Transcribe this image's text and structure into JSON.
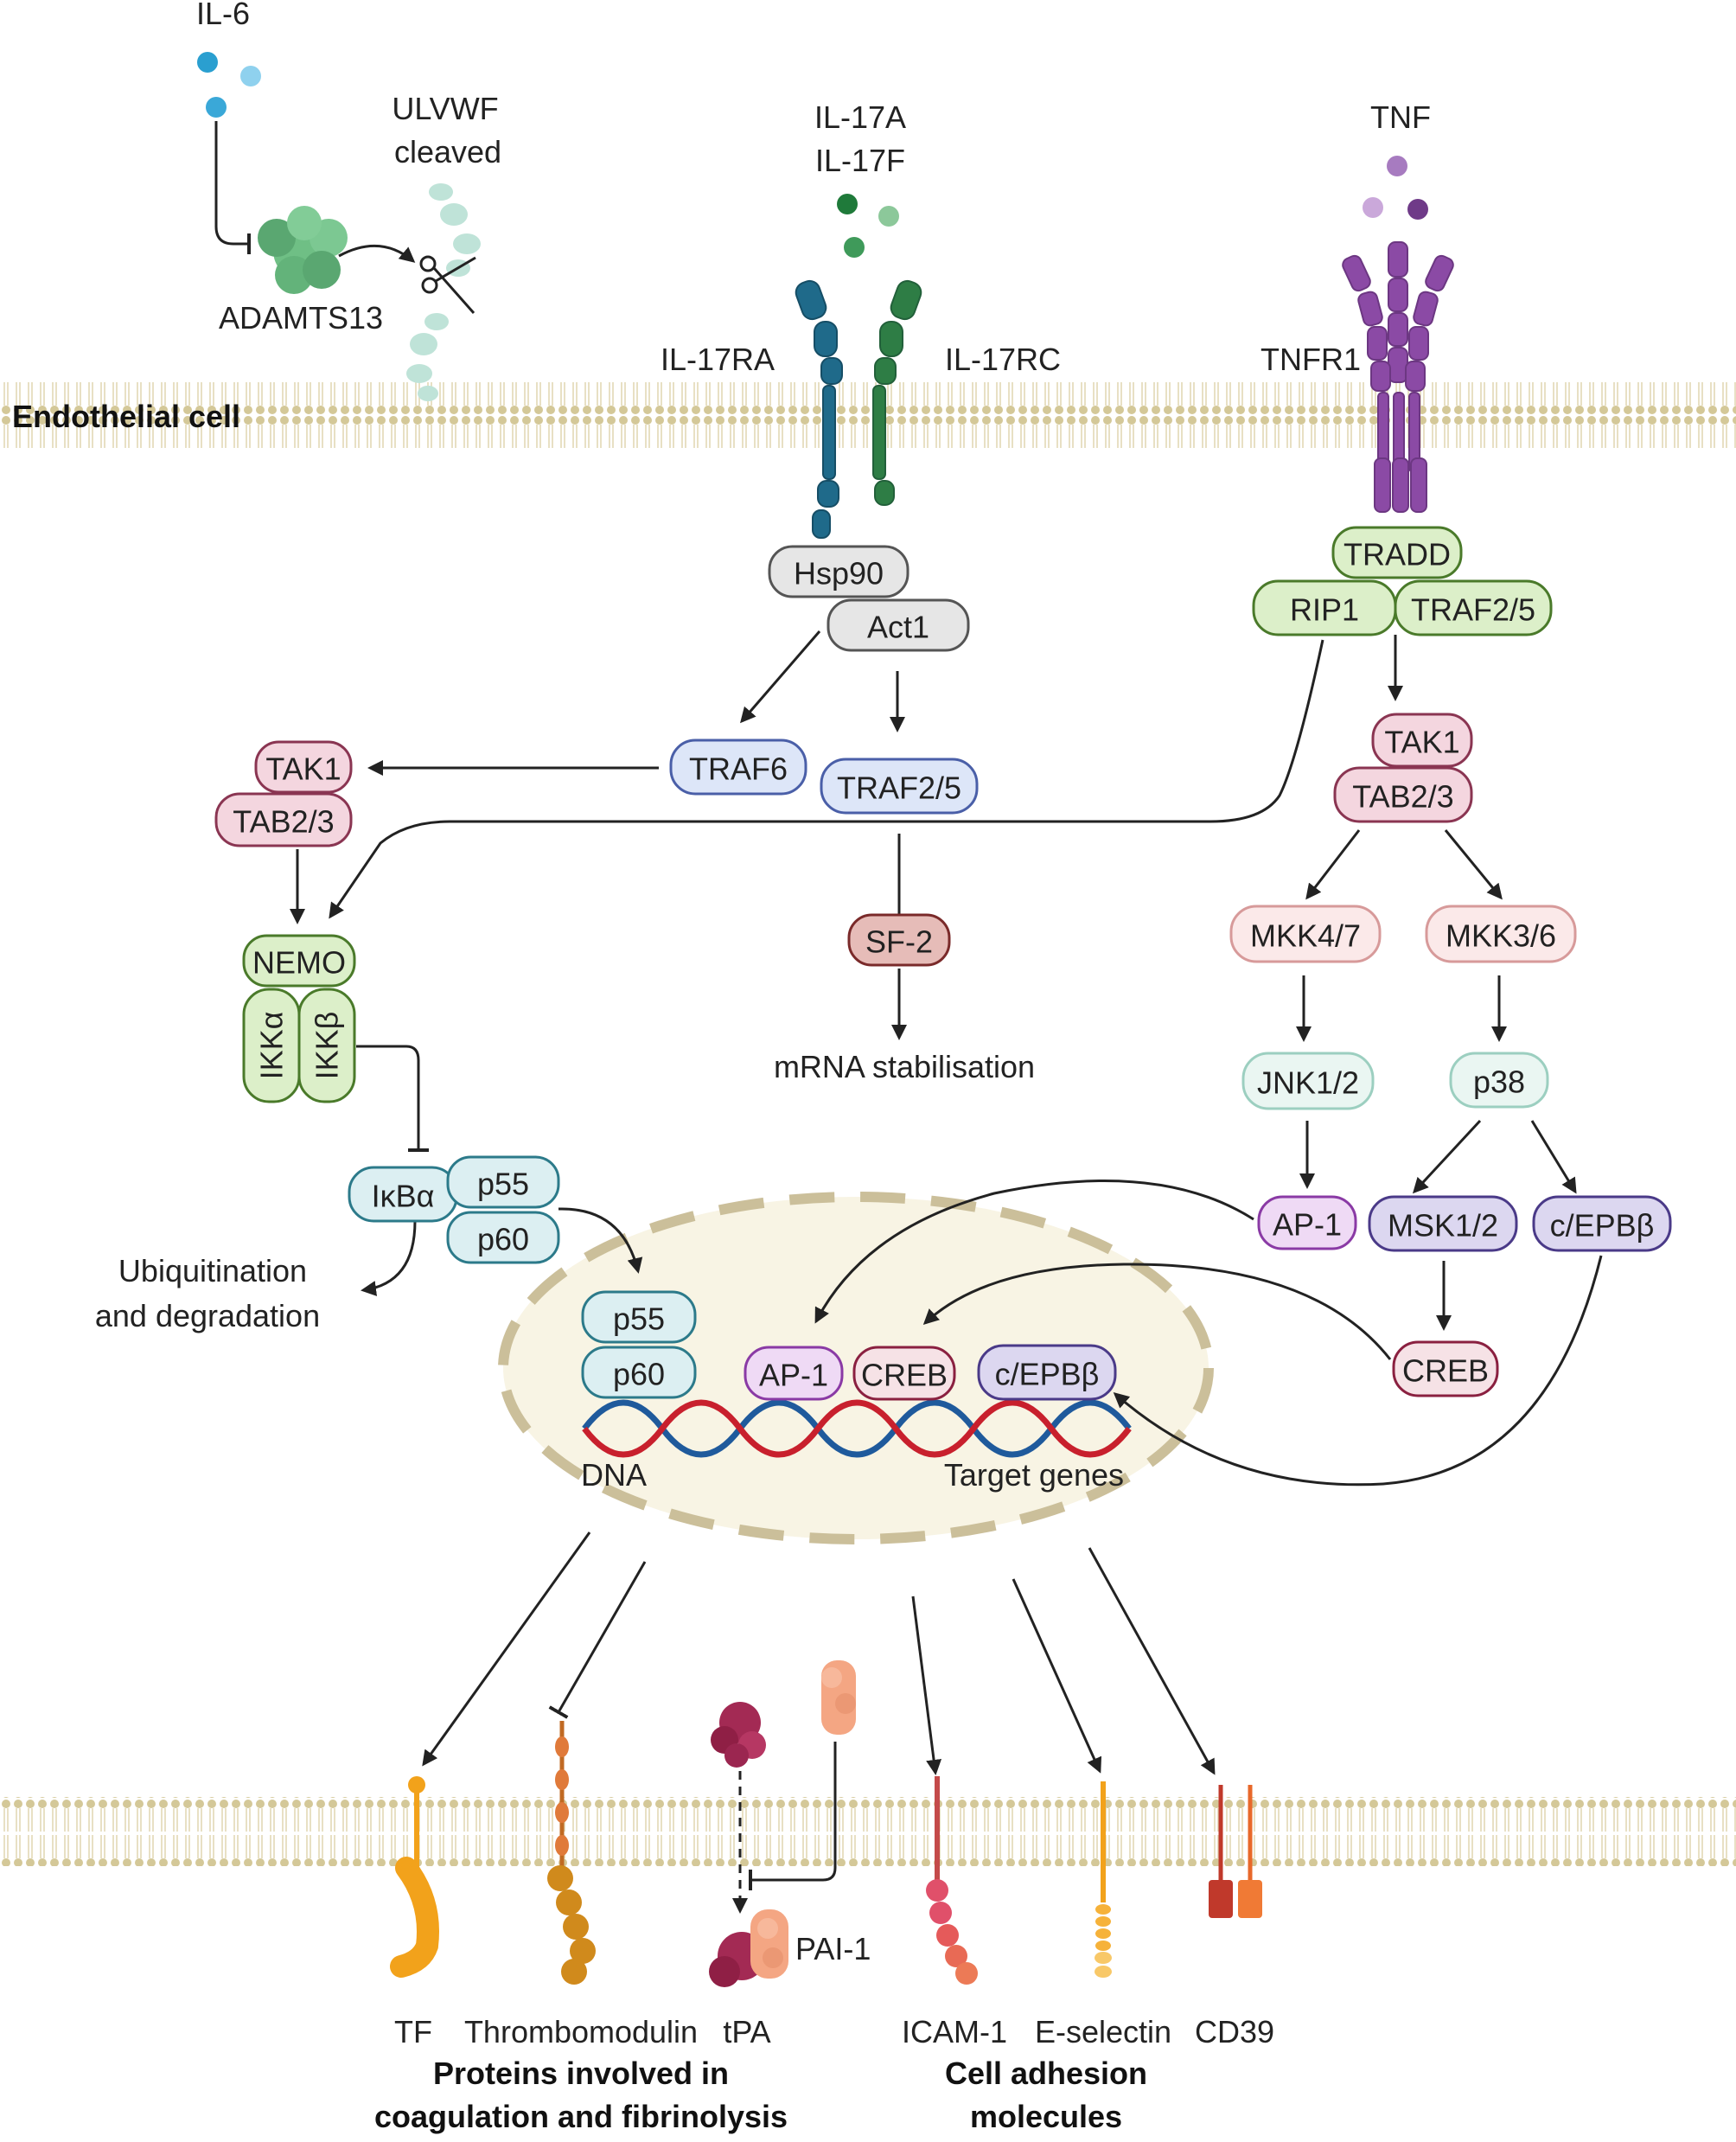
{
  "labels": {
    "il6": "IL-6",
    "ulvwf_line1": "ULVWF",
    "ulvwf_line2": "cleaved",
    "adamts13": "ADAMTS13",
    "il17a": "IL-17A",
    "il17f": "IL-17F",
    "il17ra": "IL-17RA",
    "il17rc": "IL-17RC",
    "tnf": "TNF",
    "tnfr1": "TNFR1",
    "endothelial_cell": "Endothelial cell",
    "mrna_stabilisation": "mRNA stabilisation",
    "ubiquitination_line1": "Ubiquitination",
    "ubiquitination_line2": "and degradation",
    "dna": "DNA",
    "target_genes": "Target genes",
    "pai1": "PAI-1",
    "tf": "TF",
    "thrombomodulin": "Thrombomodulin",
    "tpa": "tPA",
    "icam1": "ICAM-1",
    "eselectin": "E-selectin",
    "cd39": "CD39",
    "group_coag_line1": "Proteins involved in",
    "group_coag_line2": "coagulation and fibrinolysis",
    "group_adhesion_line1": "Cell adhesion",
    "group_adhesion_line2": "molecules"
  },
  "nodes": {
    "hsp90": "Hsp90",
    "act1": "Act1",
    "traf6": "TRAF6",
    "traf25_left": "TRAF2/5",
    "sf2": "SF-2",
    "tak1_left": "TAK1",
    "tab23_left": "TAB2/3",
    "nemo": "NEMO",
    "ikka": "IKKα",
    "ikkb": "IKKβ",
    "ikba": "IκBα",
    "p55_cyto": "p55",
    "p60_cyto": "p60",
    "tradd": "TRADD",
    "rip1": "RIP1",
    "traf25_right": "TRAF2/5",
    "tak1_right": "TAK1",
    "tab23_right": "TAB2/3",
    "mkk47": "MKK4/7",
    "mkk36": "MKK3/6",
    "jnk12": "JNK1/2",
    "p38": "p38",
    "ap1_cyto": "AP-1",
    "msk12": "MSK1/2",
    "cebpb_cyto": "c/EPBβ",
    "creb_cyto": "CREB",
    "p55_nuc": "p55",
    "p60_nuc": "p60",
    "ap1_nuc": "AP-1",
    "creb_nuc": "CREB",
    "cebpb_nuc": "c/EPBβ"
  },
  "colors": {
    "membrane": "#d9cfa8",
    "membrane_dot": "#c9bb86",
    "nucleus_fill": "#f8f4e4",
    "nucleus_border": "#cbbf9a",
    "il17ra": "#1f6a8a",
    "il17rc": "#2e7d45",
    "tnfr1": "#8b4aa5",
    "gray_node": "#e6e6e6",
    "blue_node": "#dde6f8",
    "pink_node": "#f4d6df",
    "green_node": "#dcefc9",
    "teal_node": "#dceff2",
    "violet_node": "#efdaf5",
    "lavender_node": "#dcd7f0",
    "dna_red": "#c8202d",
    "dna_blue": "#1f5a9c"
  }
}
